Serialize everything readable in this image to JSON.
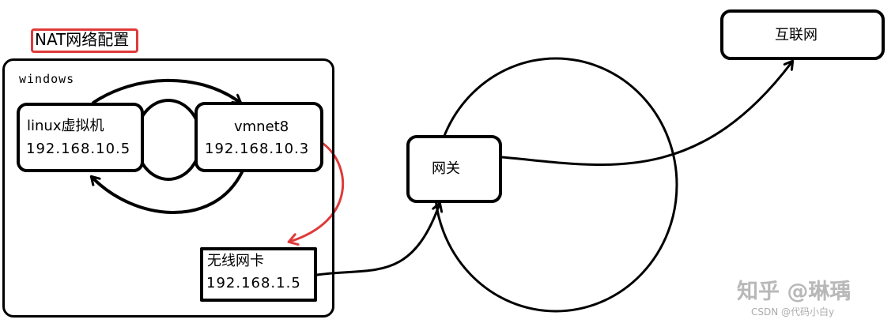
{
  "title": "NAT网络配置",
  "windows_label": "windows",
  "nodes": {
    "linux_vm": {
      "name": "linux虚拟机",
      "ip": "192.168.10.5"
    },
    "vmnet8": {
      "name": "vmnet8",
      "ip": "192.168.10.3"
    },
    "wireless_nic": {
      "name": "无线网卡",
      "ip": "192.168.1.5"
    },
    "gateway": {
      "name": "网关"
    },
    "internet": {
      "name": "互联网"
    }
  },
  "watermark": {
    "main": "知乎 @琳瑀",
    "sub": "CSDN @代码小白y"
  },
  "colors": {
    "highlight": "#e03a3a",
    "stroke": "#000000"
  }
}
